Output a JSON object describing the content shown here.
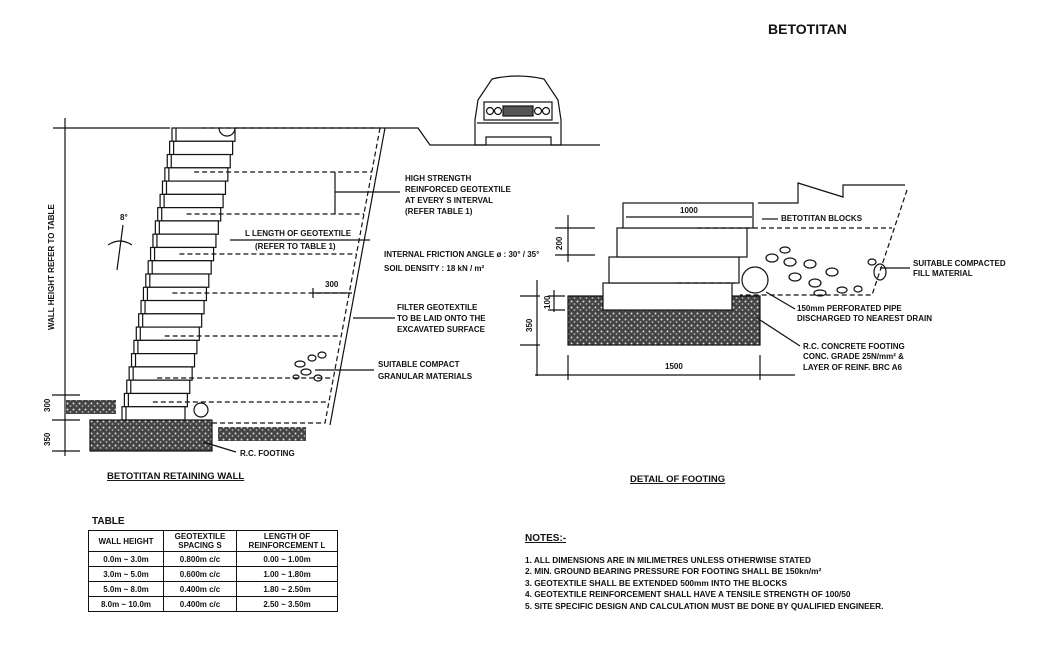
{
  "title": "BETOTITAN",
  "wall_section": {
    "caption": "BETOTITAN RETAINING WALL",
    "height_label": "WALL HEIGHT REFER TO TABLE",
    "angle": "8°",
    "dim_300": "300",
    "dim_350": "350",
    "geotextile_label": [
      "HIGH STRENGTH",
      "REINFORCED GEOTEXTILE",
      "AT EVERY S INTERVAL",
      "(REFER TABLE 1)"
    ],
    "length_label": [
      "L LENGTH OF GEOTEXTILE",
      "(REFER TO TABLE 1)"
    ],
    "friction": "INTERNAL FRICTION ANGLE ø : 30° / 35°",
    "density": "SOIL DENSITY : 18 kN / m²",
    "dim_offset": "300",
    "filter_label": [
      "FILTER GEOTEXTILE",
      "TO BE LAID ONTO THE",
      "EXCAVATED SURFACE"
    ],
    "granular_label": [
      "SUITABLE COMPACT",
      "GRANULAR MATERIALS"
    ],
    "footing_label": "R.C. FOOTING"
  },
  "footing_detail": {
    "caption": "DETAIL OF FOOTING",
    "dim_width_block": "1000",
    "blocks_label": "BETOTITAN BLOCKS",
    "dim_200": "200",
    "dim_100": "100",
    "dim_350": "350",
    "dim_1500": "1500",
    "fill_label": [
      "SUITABLE COMPACTED",
      "FILL MATERIAL"
    ],
    "pipe_label": [
      "150mm PERFORATED PIPE",
      "DISCHARGED TO NEAREST DRAIN"
    ],
    "concrete_label": [
      "R.C. CONCRETE FOOTING",
      "CONC. GRADE 25N/mm² &",
      "LAYER OF REINF. BRC A6"
    ]
  },
  "table": {
    "caption": "TABLE",
    "headers": [
      "WALL HEIGHT",
      "GEOTEXTILE SPACING S",
      "LENGTH OF REINFORCEMENT L"
    ],
    "rows": [
      [
        "0.0m ~ 3.0m",
        "0.800m c/c",
        "0.00 ~ 1.00m"
      ],
      [
        "3.0m ~ 5.0m",
        "0.600m c/c",
        "1.00 ~ 1.80m"
      ],
      [
        "5.0m ~ 8.0m",
        "0.400m c/c",
        "1.80 ~ 2.50m"
      ],
      [
        "8.0m ~ 10.0m",
        "0.400m c/c",
        "2.50 ~ 3.50m"
      ]
    ]
  },
  "notes": {
    "heading": "NOTES:-",
    "items": [
      "1. ALL DIMENSIONS ARE IN MILIMETRES UNLESS OTHERWISE STATED",
      "2. MIN. GROUND BEARING PRESSURE FOR FOOTING SHALL BE 150kn/m²",
      "3. GEOTEXTILE SHALL BE EXTENDED 500mm INTO THE BLOCKS",
      "4. GEOTEXTILE REINFORCEMENT SHALL HAVE A TENSILE STRENGTH OF 100/50",
      "5. SITE SPECIFIC DESIGN AND CALCULATION MUST BE DONE BY QUALIFIED ENGINEER."
    ]
  }
}
